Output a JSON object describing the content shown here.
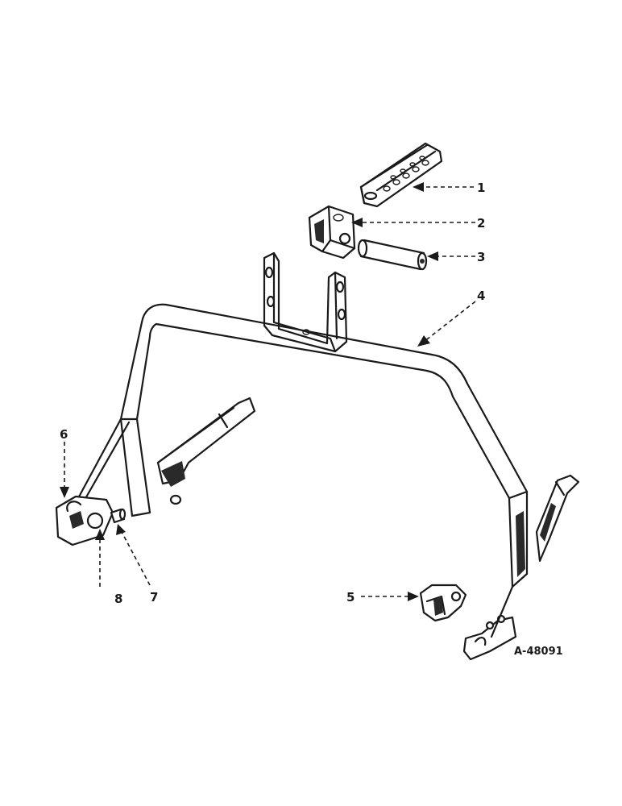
{
  "diagram": {
    "reference_number": "A-48091",
    "callouts": [
      "1",
      "2",
      "3",
      "4",
      "5",
      "6",
      "7",
      "8"
    ]
  },
  "colors": {
    "ink": "#1a1a1a",
    "background": "#ffffff"
  }
}
